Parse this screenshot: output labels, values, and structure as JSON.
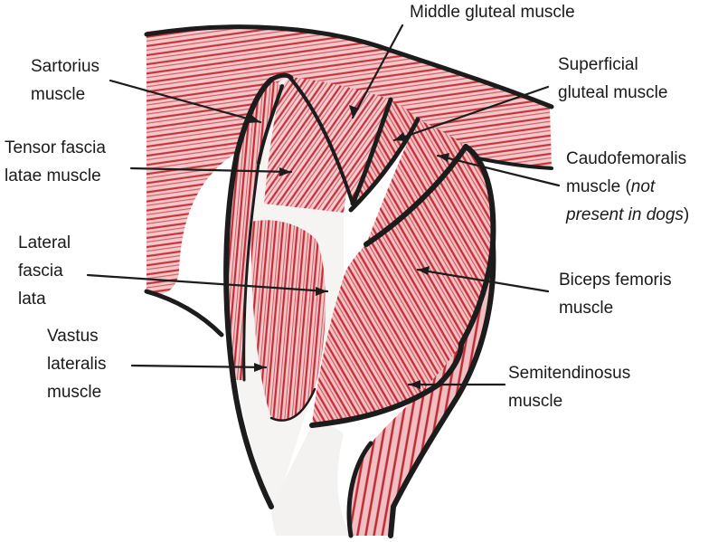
{
  "labels": {
    "middle_gluteal": {
      "line1": "Middle gluteal muscle"
    },
    "sartorius": {
      "line1": "Sartorius",
      "line2": "muscle"
    },
    "superficial_gluteal": {
      "line1": "Superficial",
      "line2": "gluteal muscle"
    },
    "tensor_fascia_latae": {
      "line1": "Tensor fascia",
      "line2": "latae muscle"
    },
    "caudofemoralis": {
      "line1": "Caudofemoralis",
      "line2a": "muscle (",
      "line2b": "not",
      "line3a": "present in dogs",
      "line3b": ")"
    },
    "lateral_fascia_lata": {
      "line1": "Lateral",
      "line2": "fascia",
      "line3": "lata"
    },
    "biceps_femoris": {
      "line1": "Biceps femoris",
      "line2": "muscle"
    },
    "vastus_lateralis": {
      "line1": "Vastus",
      "line2": "lateralis",
      "line3": "muscle"
    },
    "semitendinosus": {
      "line1": "Semitendinosus",
      "line2": "muscle"
    }
  },
  "colors": {
    "muscle_red": "#c8323a",
    "muscle_light": "#e9a9ad",
    "outline": "#1c1c1c",
    "background": "#ffffff"
  }
}
